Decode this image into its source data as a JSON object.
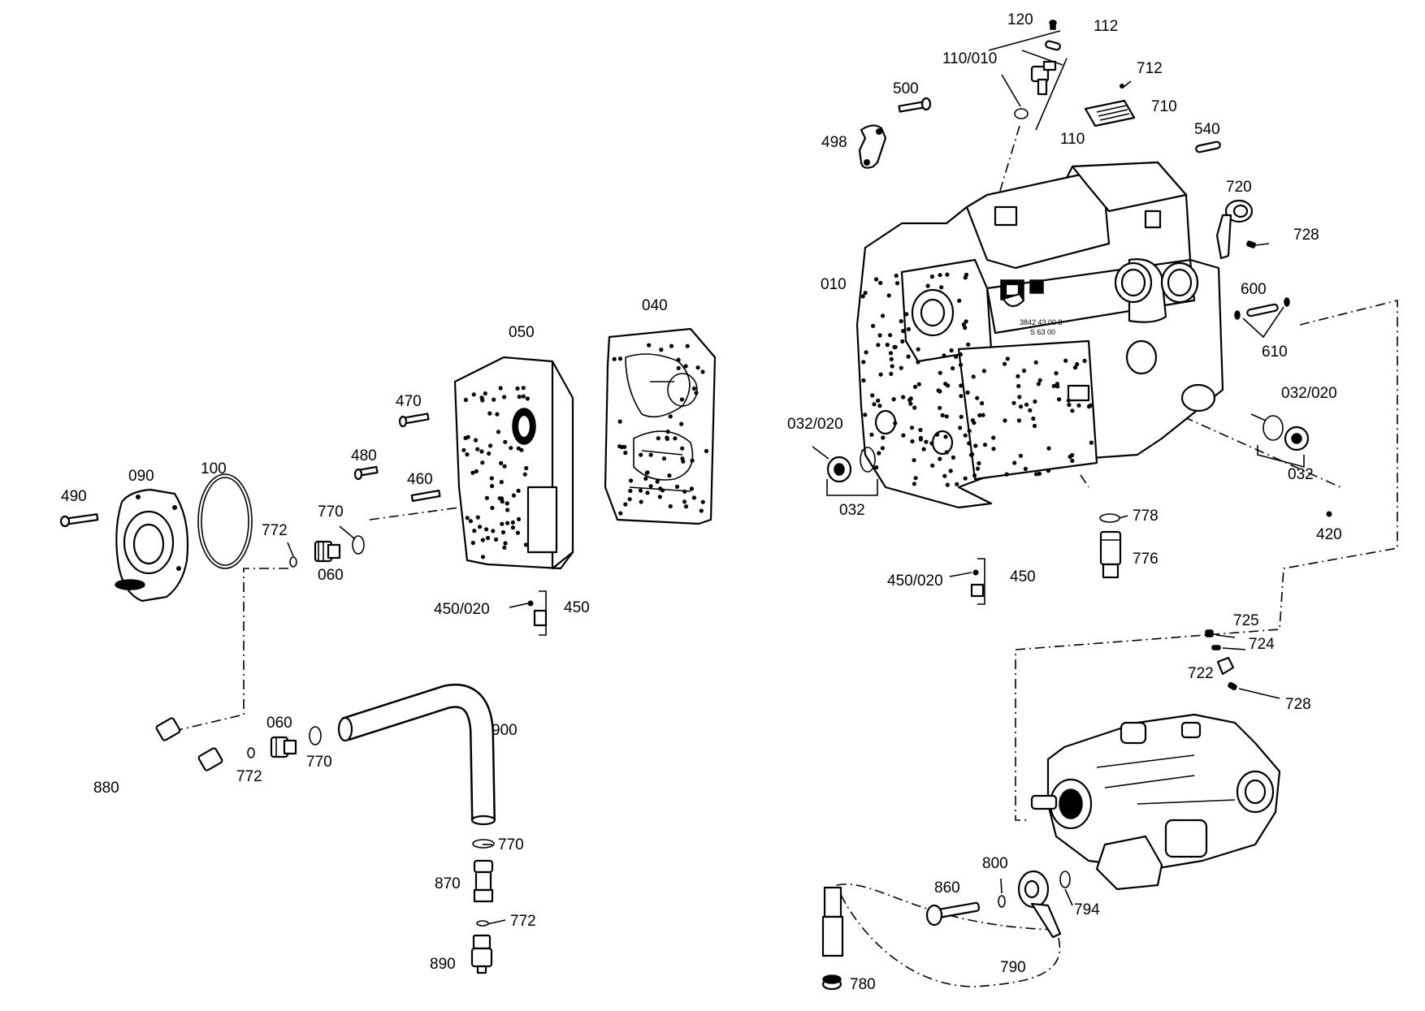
{
  "diagram": {
    "callouts": [
      "010",
      "032/020",
      "032",
      "032/020",
      "032",
      "040",
      "050",
      "060",
      "060",
      "090",
      "100",
      "110/010",
      "110",
      "112",
      "120",
      "420",
      "450/020",
      "450",
      "450/020",
      "450",
      "460",
      "470",
      "480",
      "490",
      "498",
      "500",
      "540",
      "600",
      "610",
      "710",
      "712",
      "720",
      "722",
      "724",
      "725",
      "728",
      "728",
      "770",
      "770",
      "770",
      "772",
      "772",
      "772",
      "776",
      "778",
      "780",
      "790",
      "794",
      "800",
      "860",
      "870",
      "880",
      "890",
      "900"
    ]
  }
}
